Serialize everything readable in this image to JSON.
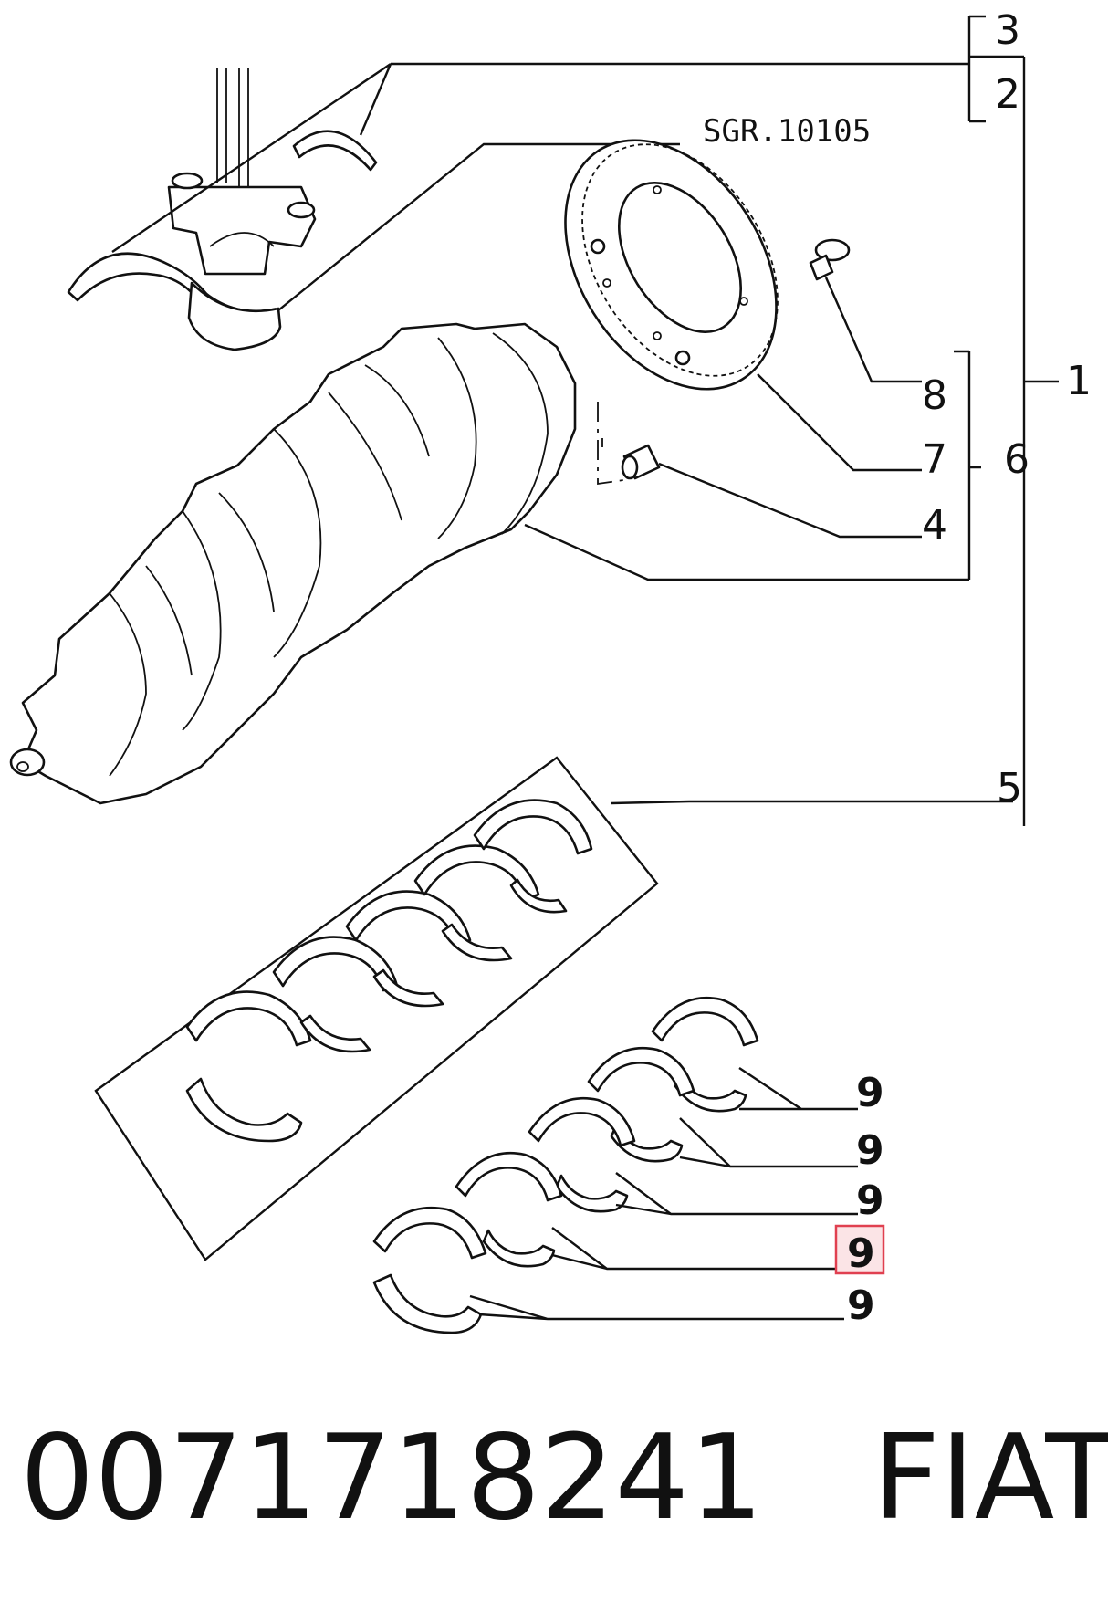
{
  "callouts": {
    "c3": "3",
    "c2": "2",
    "c1": "1",
    "c8": "8",
    "c7": "7",
    "c6": "6",
    "c4": "4",
    "c5": "5",
    "c9a": "9",
    "c9b": "9",
    "c9c": "9",
    "c9d": "9",
    "c9e": "9"
  },
  "tool_code": "SGR.10105",
  "highlight_color": "#e04050",
  "footer": {
    "part_number": "0071718241",
    "brand": "FIAT"
  }
}
